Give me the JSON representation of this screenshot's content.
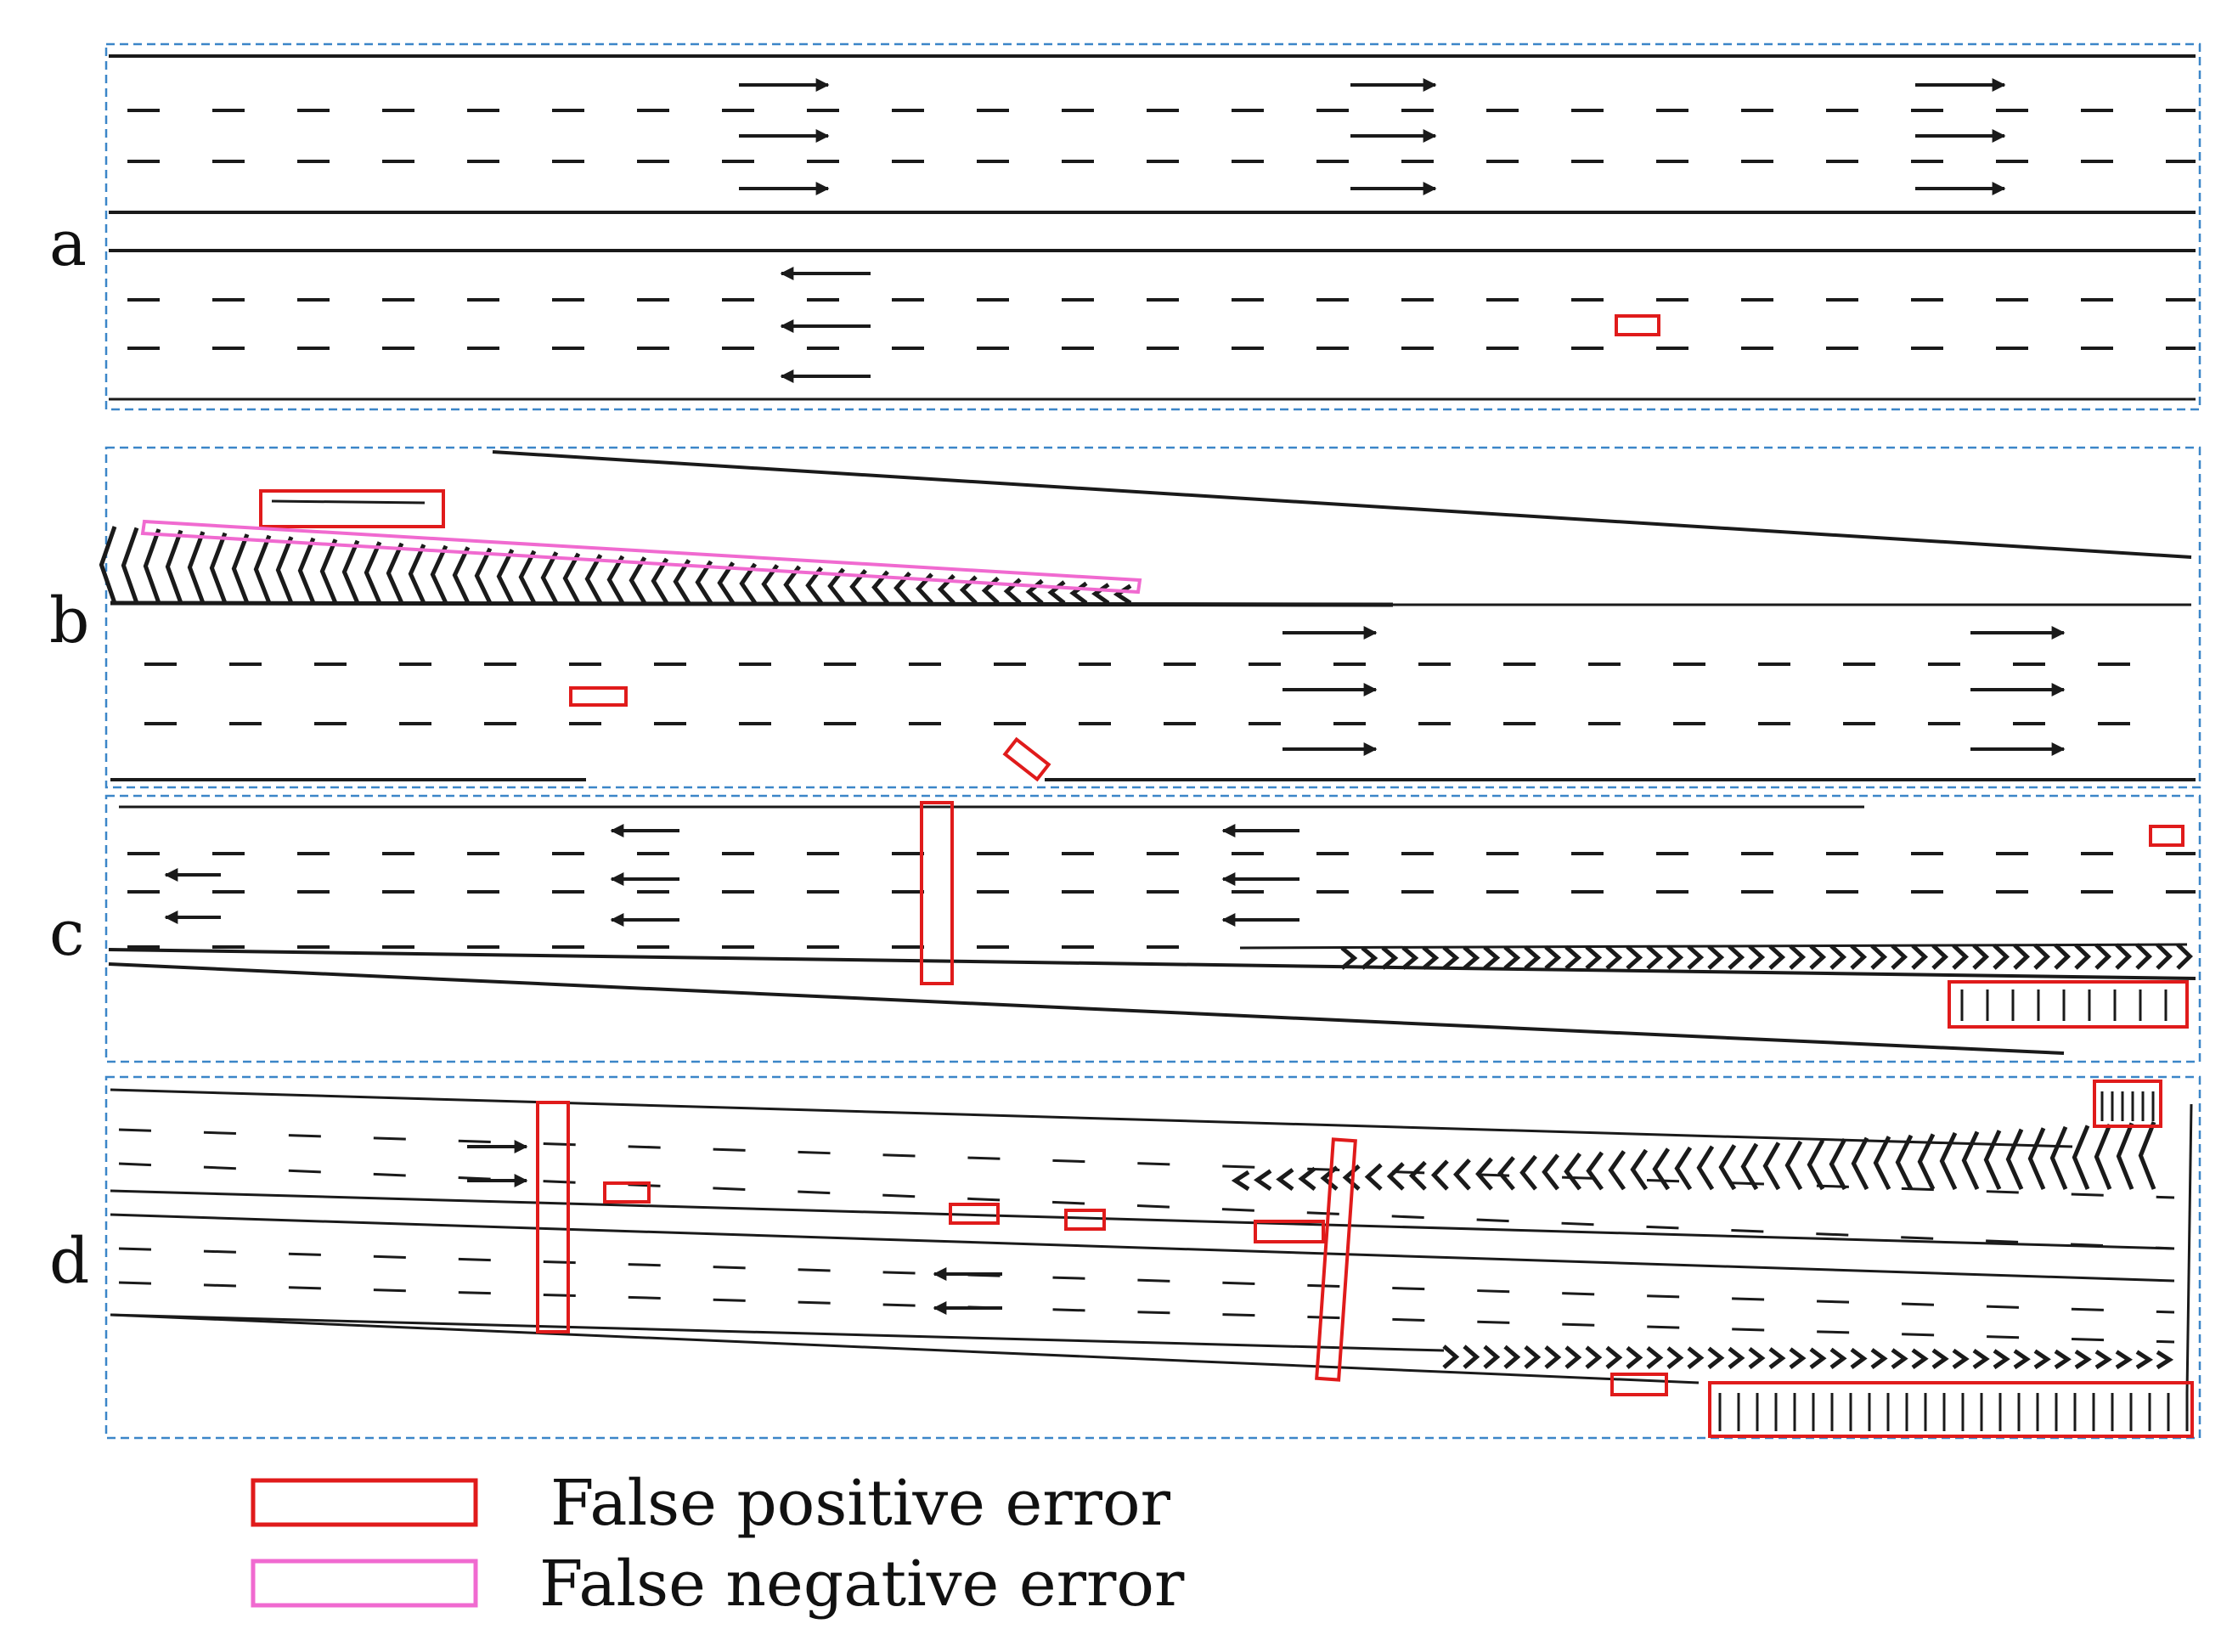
{
  "panels": [
    {
      "id": "a",
      "label": "a"
    },
    {
      "id": "b",
      "label": "b"
    },
    {
      "id": "c",
      "label": "c"
    },
    {
      "id": "d",
      "label": "d"
    }
  ],
  "legend": {
    "false_positive": {
      "label": "False positive error",
      "color": "#e01b1b"
    },
    "false_negative": {
      "label": "False negative error",
      "color": "#f06ad0"
    }
  },
  "colors": {
    "panel_border": "#3b86c8",
    "lane_marking": "#1a1a1a",
    "background": "#ffffff"
  }
}
